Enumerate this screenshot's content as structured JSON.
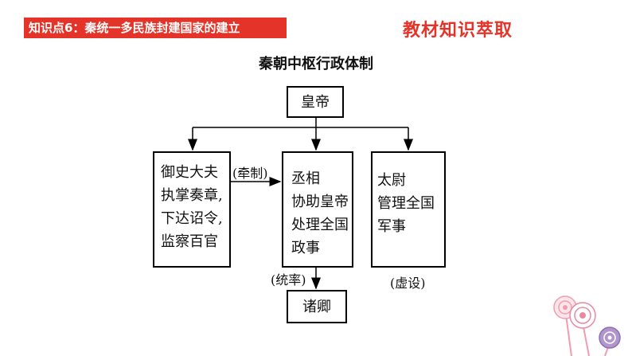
{
  "topic_banner": "知识点6：秦统一多民族封建国家的建立",
  "section_label": "教材知识萃取",
  "diagram": {
    "title": "秦朝中枢行政体制",
    "emperor": "皇帝",
    "censor": "御史大夫\n执掌奏章,\n下达诏令,\n监察百官",
    "chancellor": "丞相\n协助皇帝\n处理全国\n政事",
    "commandant": "太尉\n管理全国\n军事",
    "ministers": "诸卿",
    "note_restrain": "(牵制)",
    "note_command": "(统率)",
    "note_nominal": "(虚设)"
  }
}
